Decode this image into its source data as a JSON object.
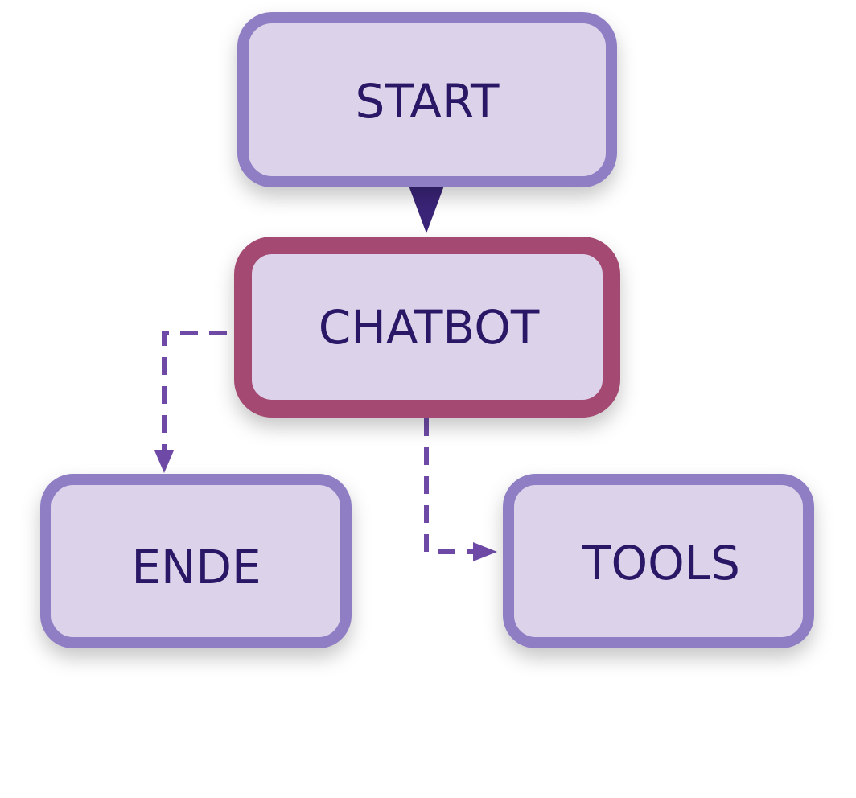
{
  "colors": {
    "background": "#ffffff",
    "node_fill": "#dcd3ea",
    "node_border": "#8f7ec4",
    "active_border": "#a44872",
    "text": "#2a1766",
    "edge_solid": "#3a2478",
    "edge_dashed": "#6e4aa6"
  },
  "nodes": {
    "start": {
      "label": "START",
      "active": false
    },
    "chatbot": {
      "label": "CHATBOT",
      "active": true
    },
    "ende": {
      "label": "ENDE",
      "active": false
    },
    "tools": {
      "label": "TOOLS",
      "active": false
    }
  },
  "edges": [
    {
      "from": "start",
      "to": "chatbot",
      "style": "solid"
    },
    {
      "from": "chatbot",
      "to": "ende",
      "style": "dashed"
    },
    {
      "from": "chatbot",
      "to": "tools",
      "style": "dashed"
    }
  ]
}
